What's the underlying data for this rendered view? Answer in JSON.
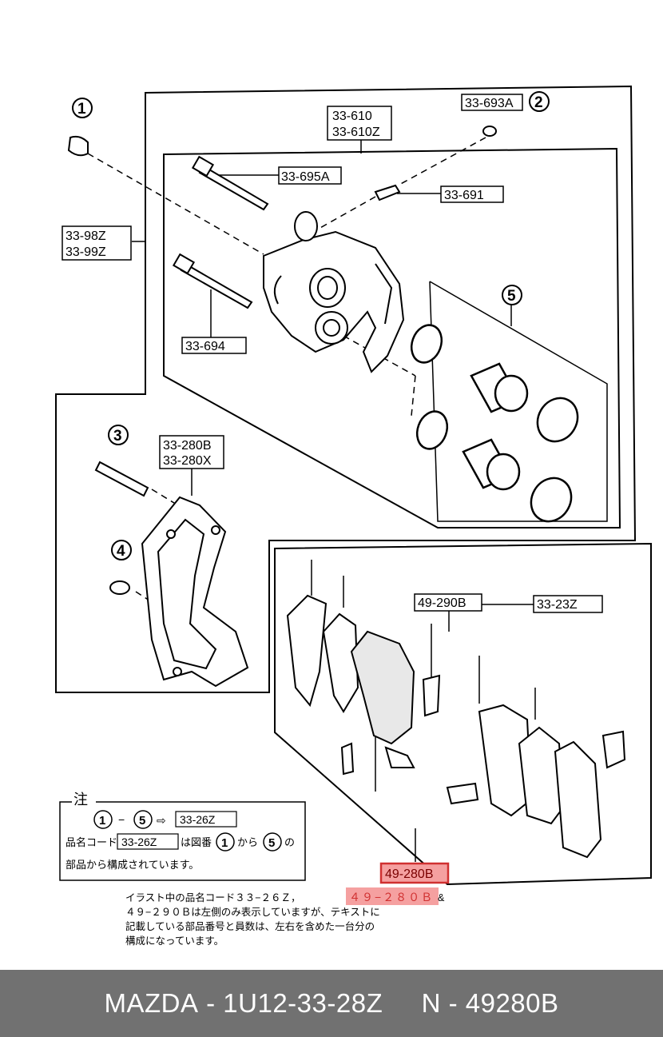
{
  "diagram": {
    "labels": {
      "caliper": "33-610",
      "caliper_alt": "33-610Z",
      "bleeder_cap": "33-693A",
      "guide_bolt_a": "33-695A",
      "bleeder_screw": "33-691",
      "caliper_assy": "33-98Z",
      "caliper_assy_alt": "33-99Z",
      "guide_bolt": "33-694",
      "bracket": "33-280B",
      "bracket_alt": "33-280X",
      "shim_kit": "49-290B",
      "pad_kit": "33-23Z",
      "pad_set": "49-280B"
    },
    "callouts": {
      "c1": "1",
      "c2": "2",
      "c3": "3",
      "c4": "4",
      "c5": "5"
    },
    "note": {
      "title": "注",
      "range_from": "1",
      "range_sep": "−",
      "range_to": "5",
      "arrow": "⇨",
      "box_code_1": "33-26Z",
      "line2_prefix": "品名コード",
      "box_code_2": "33-26Z",
      "line2_mid": "は図番",
      "line2_from": "1",
      "line2_kara": "から",
      "line2_to": "5",
      "line2_no": "の",
      "line3": "部品から構成されています。"
    },
    "footnote": {
      "line1_prefix": "イラスト中の品名コード３３−２６Ｚ，",
      "line1_highlight": "４９−２８０Ｂ",
      "line1_suffix": "&",
      "line2": "４９−２９０Ｂは左側のみ表示していますが、テキストに",
      "line3": "記載している部品番号と員数は、左右を含めた一台分の",
      "line4": "構成になっています。"
    },
    "colors": {
      "highlight": "#d03030",
      "highlight_fill": "#f5a0a0",
      "footer_bg": "#717171"
    }
  },
  "footer": {
    "brand": "MAZDA",
    "sep1": " - ",
    "part_number": "1U12-33-28Z",
    "gap": "     ",
    "code_prefix": "N - ",
    "code": "49280B"
  }
}
